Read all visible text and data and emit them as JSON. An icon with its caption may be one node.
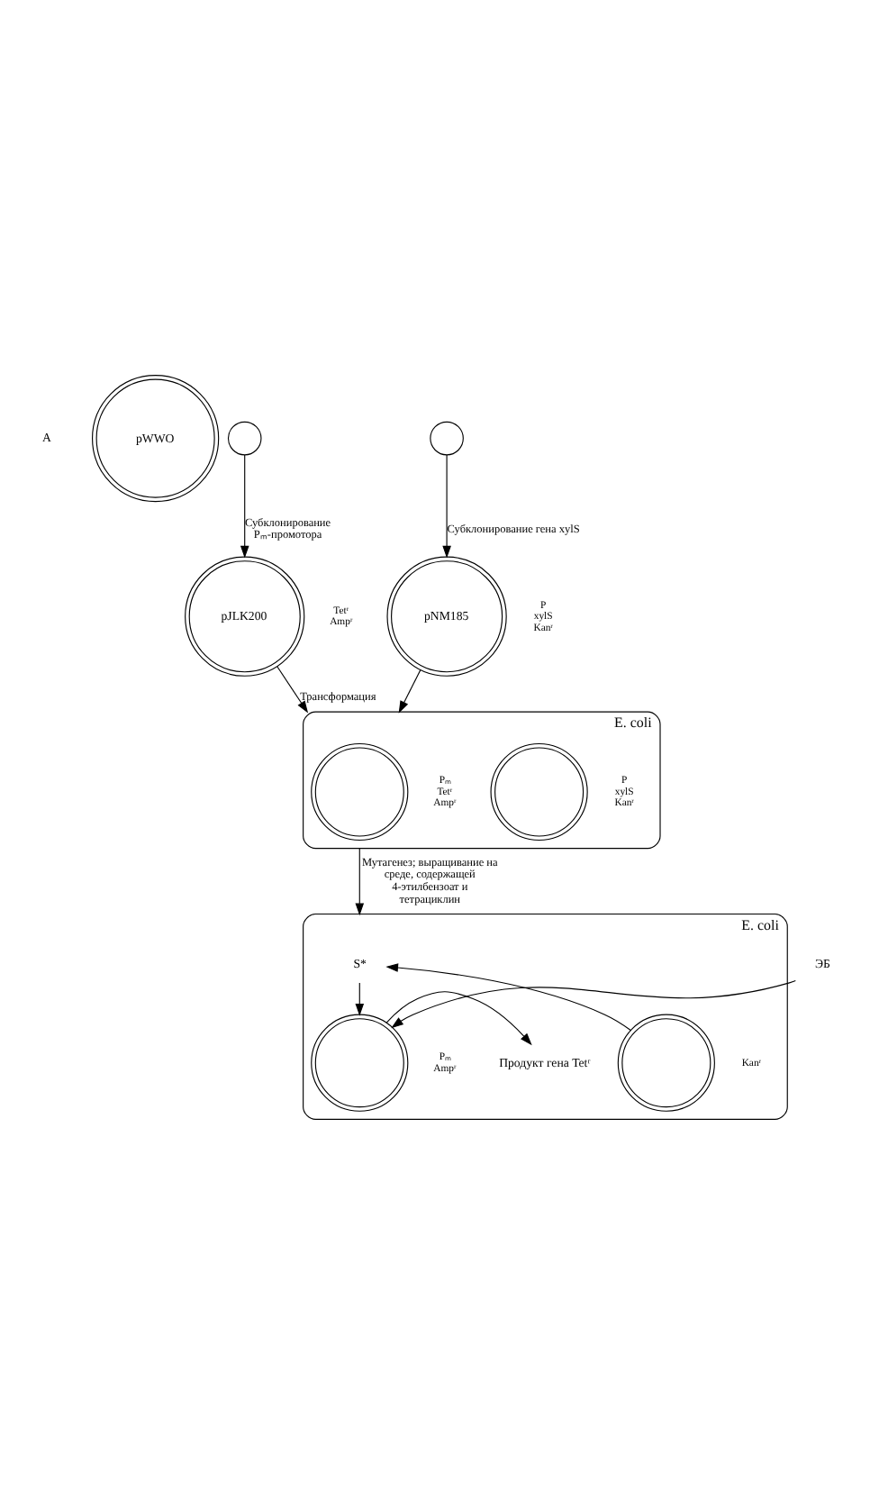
{
  "diagram": {
    "nodes": [
      {
        "text": [
          "pWWO"
        ]
      },
      {
        "text": [],
        "shape": "circle"
      },
      {
        "text": [],
        "shape": "circle"
      },
      {
        "text": [
          "pJLK200"
        ],
        "beside": [
          "Tetʳ",
          "Ampʳ"
        ]
      },
      {
        "text": [
          "pNM185"
        ],
        "beside": [
          "P",
          "xylS",
          "Kanʳ"
        ]
      },
      {
        "text": [
          "E. coli"
        ]
      },
      {
        "text": [],
        "shape": "circle",
        "in": 5,
        "beside": [
          "Pₘ",
          "Tetʳ",
          "Ampʳ"
        ]
      },
      {
        "text": [],
        "shape": "circle",
        "in": 5,
        "beside": [
          "P",
          "xylS",
          "Kanʳ"
        ]
      },
      {
        "text": [
          "ЭБ"
        ]
      },
      {
        "text": [
          "E. coli"
        ]
      },
      {
        "text": [
          "S*"
        ],
        "in": 9
      },
      {
        "text": [],
        "shape": "circle",
        "in": 9,
        "beside": [
          "Pₘ",
          "Ampʳ"
        ]
      },
      {
        "text": [
          "Продукт гена Tetʳ"
        ],
        "in": 9
      },
      {
        "text": [],
        "shape": "circle",
        "in": 9,
        "beside": [
          "Kanʳ"
        ]
      }
    ],
    "edges": [
      {
        "from": 1,
        "to": 3,
        "arrow": "to",
        "label": "Субклонирование Pₘ-промотора"
      },
      {
        "from": 2,
        "to": 4,
        "arrow": "to",
        "label": "Субклонирование гена xylS"
      },
      {
        "from": 3,
        "to": 5,
        "arrow": "to",
        "label": "Трансформация"
      },
      {
        "from": 4,
        "to": 5,
        "arrow": "to"
      },
      {
        "from": 5,
        "to": 9,
        "arrow": "to",
        "label": "Мутагенез; выращивание на среде, содержащей 4-этилбензоат и тетрациклин"
      },
      {
        "from": 8,
        "to": 11,
        "arrow": "to"
      },
      {
        "from": 10,
        "to": 11,
        "arrow": "to"
      },
      {
        "from": 13,
        "to": 10,
        "arrow": "to"
      },
      {
        "from": 11,
        "to": 12,
        "arrow": "to"
      }
    ],
    "labels": [
      "А"
    ]
  }
}
